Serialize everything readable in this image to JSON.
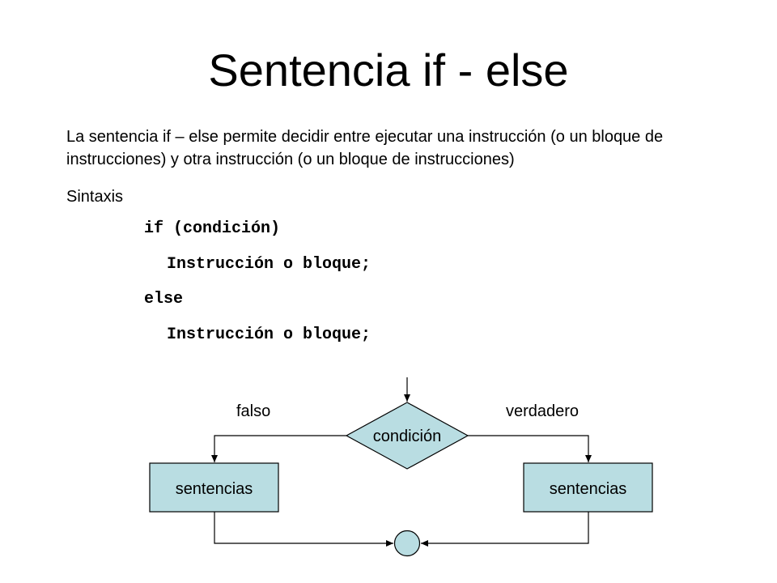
{
  "title": "Sentencia if - else",
  "description": "La sentencia if – else permite decidir entre ejecutar una instrucción (o un bloque de instrucciones) y otra instrucción (o un bloque de instrucciones)",
  "syntax_label": "Sintaxis",
  "code_lines": [
    "if (condición)",
    "Instrucción o bloque;",
    "else",
    "Instrucción o bloque;"
  ],
  "flowchart": {
    "decision": "condición",
    "false_label": "falso",
    "true_label": "verdadero",
    "left_block": "sentencias",
    "right_block": "sentencias"
  },
  "colors": {
    "shape_fill": "#b9dde2",
    "stroke": "#000000"
  }
}
